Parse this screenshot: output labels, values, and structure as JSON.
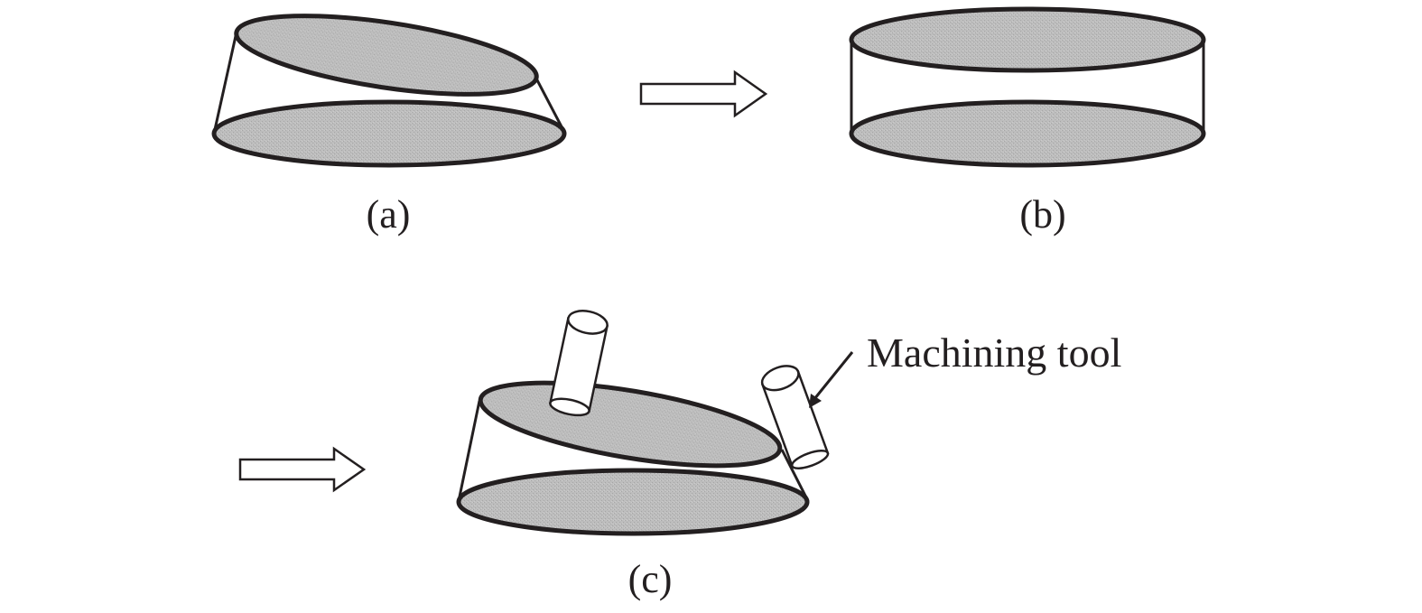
{
  "labels": {
    "a": "(a)",
    "b": "(b)",
    "c": "(c)",
    "tool": "Machining tool"
  },
  "colors": {
    "outline": "#231f20",
    "disk_fill": "#bdbdbd",
    "disk_texture": "#a8a8a8",
    "background": "#ffffff"
  },
  "icons": [
    "right-arrow-icon",
    "right-arrow-icon",
    "cylinder-tool-icon",
    "cylinder-tool-icon"
  ]
}
